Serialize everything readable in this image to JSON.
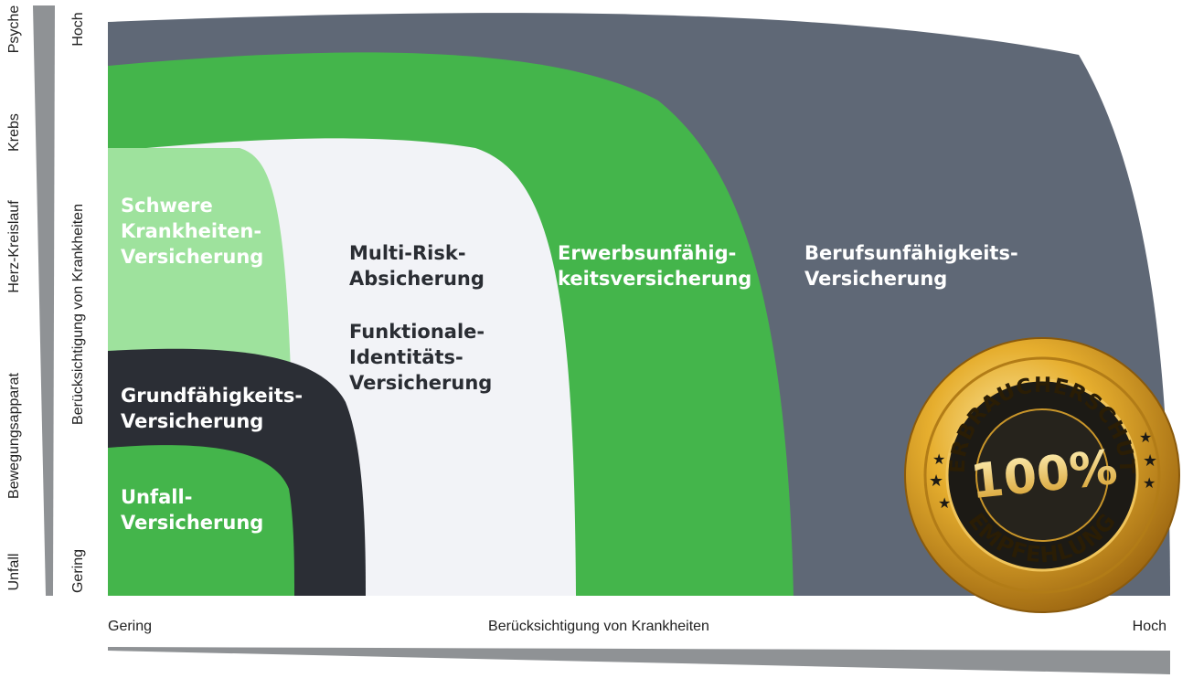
{
  "y_axis": {
    "label": "Berücksichtigung von Krankheiten",
    "low": "Gering",
    "high": "Hoch"
  },
  "side_categories": [
    "Unfall",
    "Bewegungsapparat",
    "Herz-Kreislauf",
    "Krebs",
    "Psyche"
  ],
  "x_axis": {
    "label": "Berücksichtigung von Krankheiten",
    "low": "Gering",
    "high": "Hoch"
  },
  "regions": [
    {
      "id": "bu",
      "lines": [
        "Berufsunfähigkeits-",
        "Versicherung"
      ],
      "color": "#5f6876",
      "text_color": "#ffffff"
    },
    {
      "id": "eu",
      "lines": [
        "Erwerbsunfähig-",
        "keitsversicherung"
      ],
      "color": "#44b54b",
      "text_color": "#ffffff"
    },
    {
      "id": "mr",
      "lines": [
        "Multi-Risk-",
        "Absicherung"
      ],
      "color": "#f2f3f7",
      "text_color": "#2a2d33"
    },
    {
      "id": "fi",
      "lines": [
        "Funktionale-",
        "Identitäts-",
        "Versicherung"
      ],
      "color": "#f2f3f7",
      "text_color": "#2a2d33"
    },
    {
      "id": "skv",
      "lines": [
        "Schwere",
        "Krankheiten-",
        "Versicherung"
      ],
      "color": "#9ee29d",
      "text_color": "#ffffff"
    },
    {
      "id": "gf",
      "lines": [
        "Grundfähigkeits-",
        "Versicherung"
      ],
      "color": "#2b2e35",
      "text_color": "#ffffff"
    },
    {
      "id": "uv",
      "lines": [
        "Unfall-",
        "Versicherung"
      ],
      "color": "#44b54b",
      "text_color": "#ffffff"
    }
  ],
  "seal": {
    "top_text": "VERBRAUCHERSCHUTZ",
    "center_text": "100%",
    "bottom_text": "EMPFEHLUNG",
    "gold": "#e3a92a",
    "dark": "#1c1a15"
  }
}
